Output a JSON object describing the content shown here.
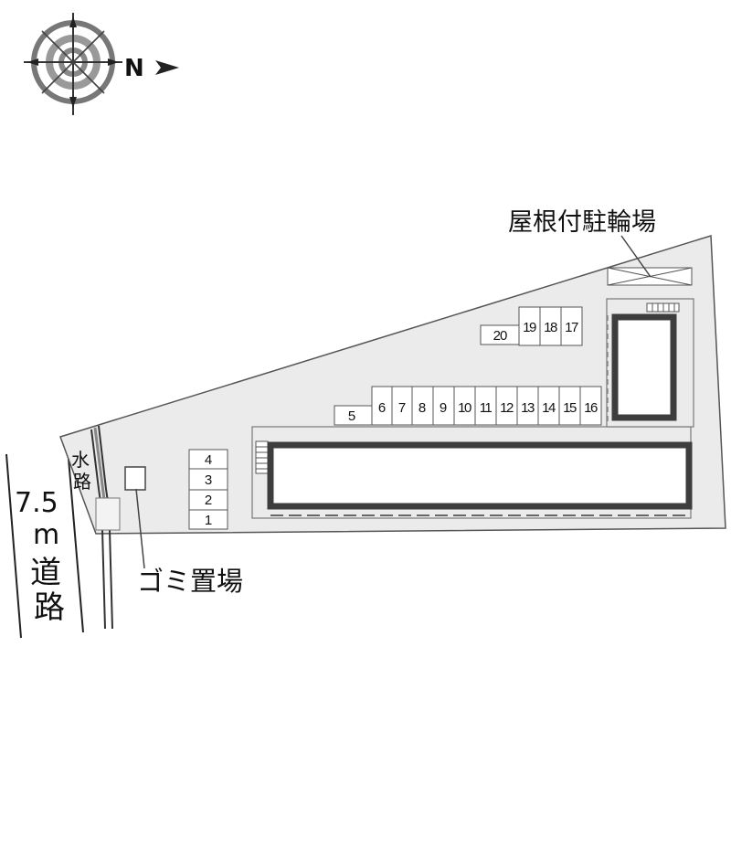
{
  "compass": {
    "north_label": "N",
    "icon": "compass-rose-icon"
  },
  "labels": {
    "road_width": "7.5",
    "road_unit": "m",
    "road_chars": [
      "道",
      "路"
    ],
    "waterway_chars": [
      "水",
      "路"
    ],
    "garbage": "ゴミ置場",
    "bike_shelter": "屋根付駐輪場"
  },
  "parking": {
    "left_column": [
      "4",
      "3",
      "2",
      "1"
    ],
    "single": "5",
    "row_middle": [
      "6",
      "7",
      "8",
      "9",
      "10",
      "11",
      "12",
      "13",
      "14",
      "15",
      "16"
    ],
    "top_pair": [
      "19",
      "18",
      "17"
    ],
    "top_single": "20"
  },
  "colors": {
    "lot_fill": "#ebebeb",
    "outline": "#555555",
    "building_wall": "#3d3d3d",
    "slot_fill": "#ffffff"
  }
}
